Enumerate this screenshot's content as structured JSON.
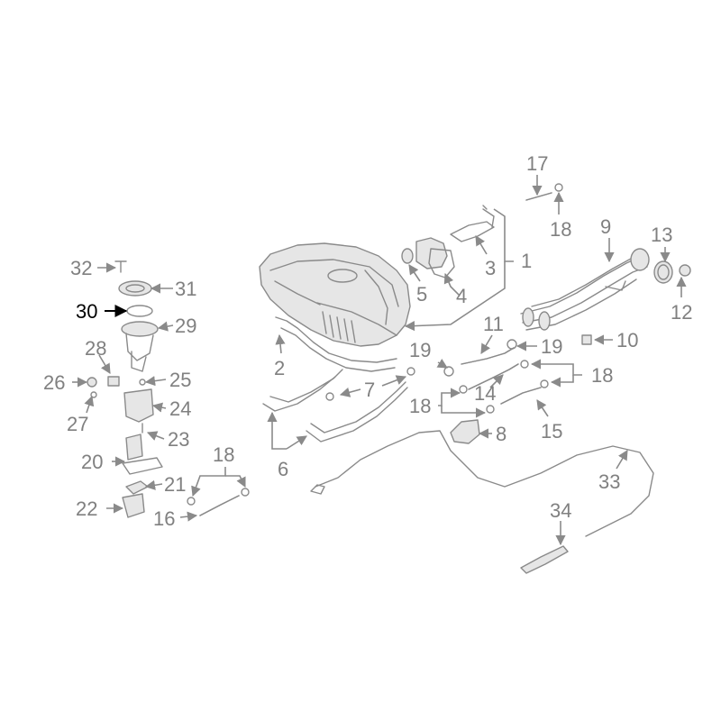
{
  "diagram": {
    "highlight_color": "#000000",
    "label_color": "#808080",
    "line_color": "#8a8a8a",
    "callouts": {
      "c1": "1",
      "c2": "2",
      "c3": "3",
      "c4": "4",
      "c5": "5",
      "c6": "6",
      "c7": "7",
      "c8": "8",
      "c9": "9",
      "c10": "10",
      "c11": "11",
      "c12": "12",
      "c13": "13",
      "c14": "14",
      "c15": "15",
      "c16": "16",
      "c17": "17",
      "c18a": "18",
      "c18b": "18",
      "c18c": "18",
      "c18d": "18",
      "c19a": "19",
      "c19b": "19",
      "c20": "20",
      "c21": "21",
      "c22": "22",
      "c23": "23",
      "c24": "24",
      "c25": "25",
      "c26": "26",
      "c27": "27",
      "c28": "28",
      "c29": "29",
      "c30": "30",
      "c31": "31",
      "c32": "32",
      "c33": "33",
      "c34": "34"
    },
    "highlighted_part": "30"
  }
}
